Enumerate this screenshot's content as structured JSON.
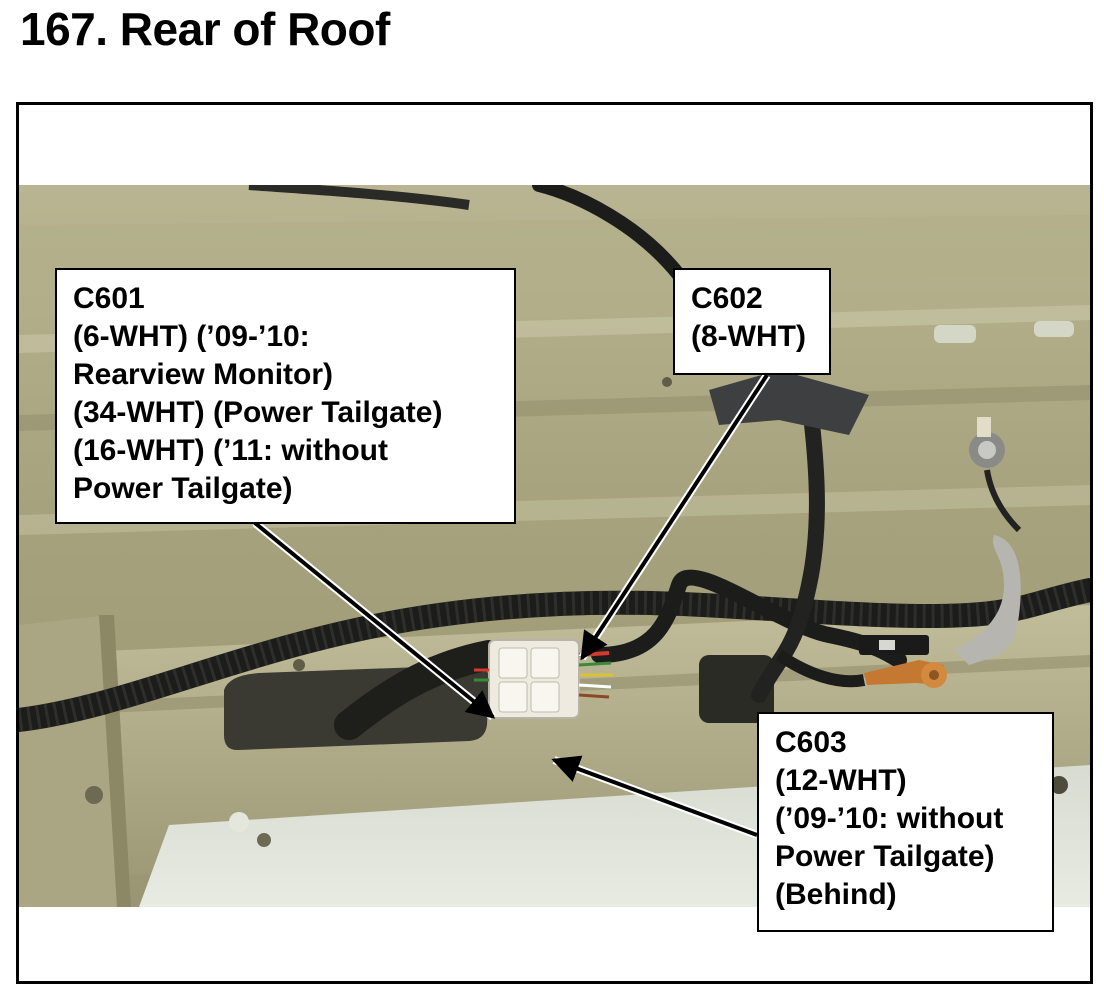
{
  "page": {
    "title": "167.  Rear of Roof"
  },
  "callouts": {
    "c601": {
      "lines": [
        "C601",
        "(6-WHT) (’09-’10:",
        "Rearview Monitor)",
        "(34-WHT) (Power Tailgate)",
        "(16-WHT) (’11: without",
        "Power Tailgate)"
      ]
    },
    "c602": {
      "lines": [
        "C602",
        "(8-WHT)"
      ]
    },
    "c603": {
      "lines": [
        "C603",
        "(12-WHT)",
        "(’09-’10: without",
        "Power Tailgate)",
        "(Behind)"
      ]
    }
  },
  "colors": {
    "roof_panel": "#a9a582",
    "harness": "#1c1c1a",
    "connector": "#eeeae0",
    "callout_border": "#000000"
  }
}
